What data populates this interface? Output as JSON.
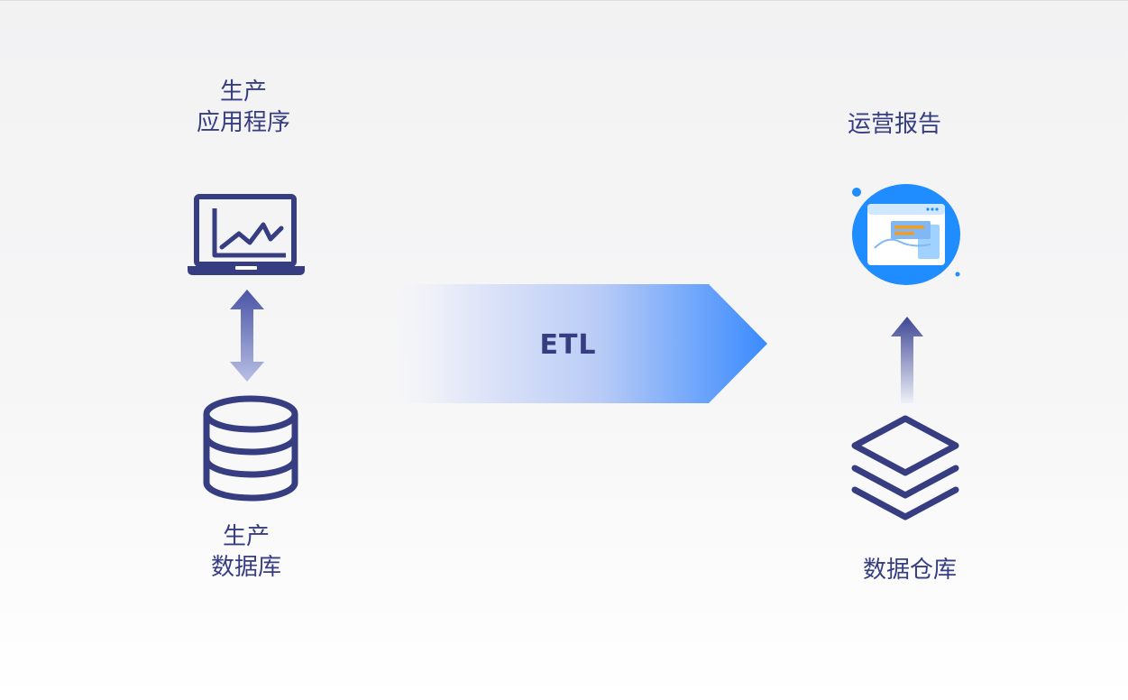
{
  "source": {
    "app_label_line1": "生产",
    "app_label_line2": "应用程序",
    "db_label_line1": "生产",
    "db_label_line2": "数据库"
  },
  "process": {
    "label": "ETL"
  },
  "target": {
    "report_label": "运营报告",
    "warehouse_label": "数据仓库"
  },
  "colors": {
    "primary": "#363d80",
    "arrow_light": "#e9ecf9",
    "arrow_blue": "#3a8bff",
    "report_circle": "#1f8cff",
    "report_orange": "#f59b1d",
    "report_panel": "#9fd2ff"
  }
}
